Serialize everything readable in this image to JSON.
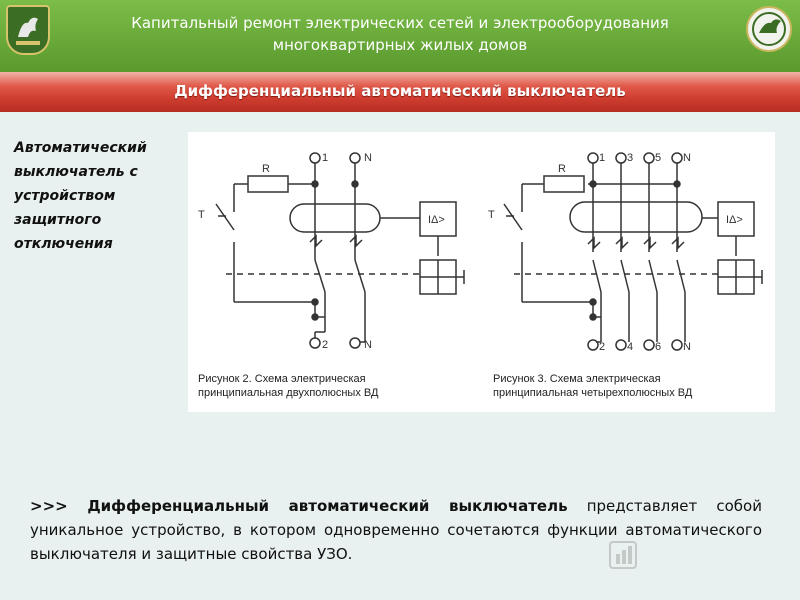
{
  "header": {
    "title_line1": "Капитальный ремонт электрических сетей и электрооборудования",
    "title_line2": "многоквартирных жилых домов"
  },
  "subtitle": "Дифференциальный автоматический выключатель",
  "side_caption": "Автоматический выключатель с устройством защитного отключения",
  "diagram": {
    "fig2": {
      "caption_line1": "Рисунок 2. Схема электрическая",
      "caption_line2": "принципиальная двухполюсных ВД",
      "labels": {
        "top1": "1",
        "topN": "N",
        "bot2": "2",
        "botN": "N",
        "R": "R",
        "T": "T",
        "delta": "IΔ>"
      }
    },
    "fig3": {
      "caption_line1": "Рисунок 3. Схема электрическая",
      "caption_line2": "принципиальная четырехполюсных ВД",
      "labels": {
        "t1": "1",
        "t3": "3",
        "t5": "5",
        "tN": "N",
        "b2": "2",
        "b4": "4",
        "b6": "6",
        "bN": "N",
        "R": "R",
        "T": "T",
        "delta": "IΔ>"
      }
    }
  },
  "body": {
    "prefix": ">>> ",
    "bold": "Дифференциальный автоматический выключатель",
    "rest": " представляет собой уникальное устройство, в котором одновременно сочетаются функции автоматического выключателя и защитные свойства УЗО."
  },
  "colors": {
    "header_green": "#6aaa3a",
    "subtitle_red": "#d03e30",
    "background": "#e8f1ef"
  }
}
